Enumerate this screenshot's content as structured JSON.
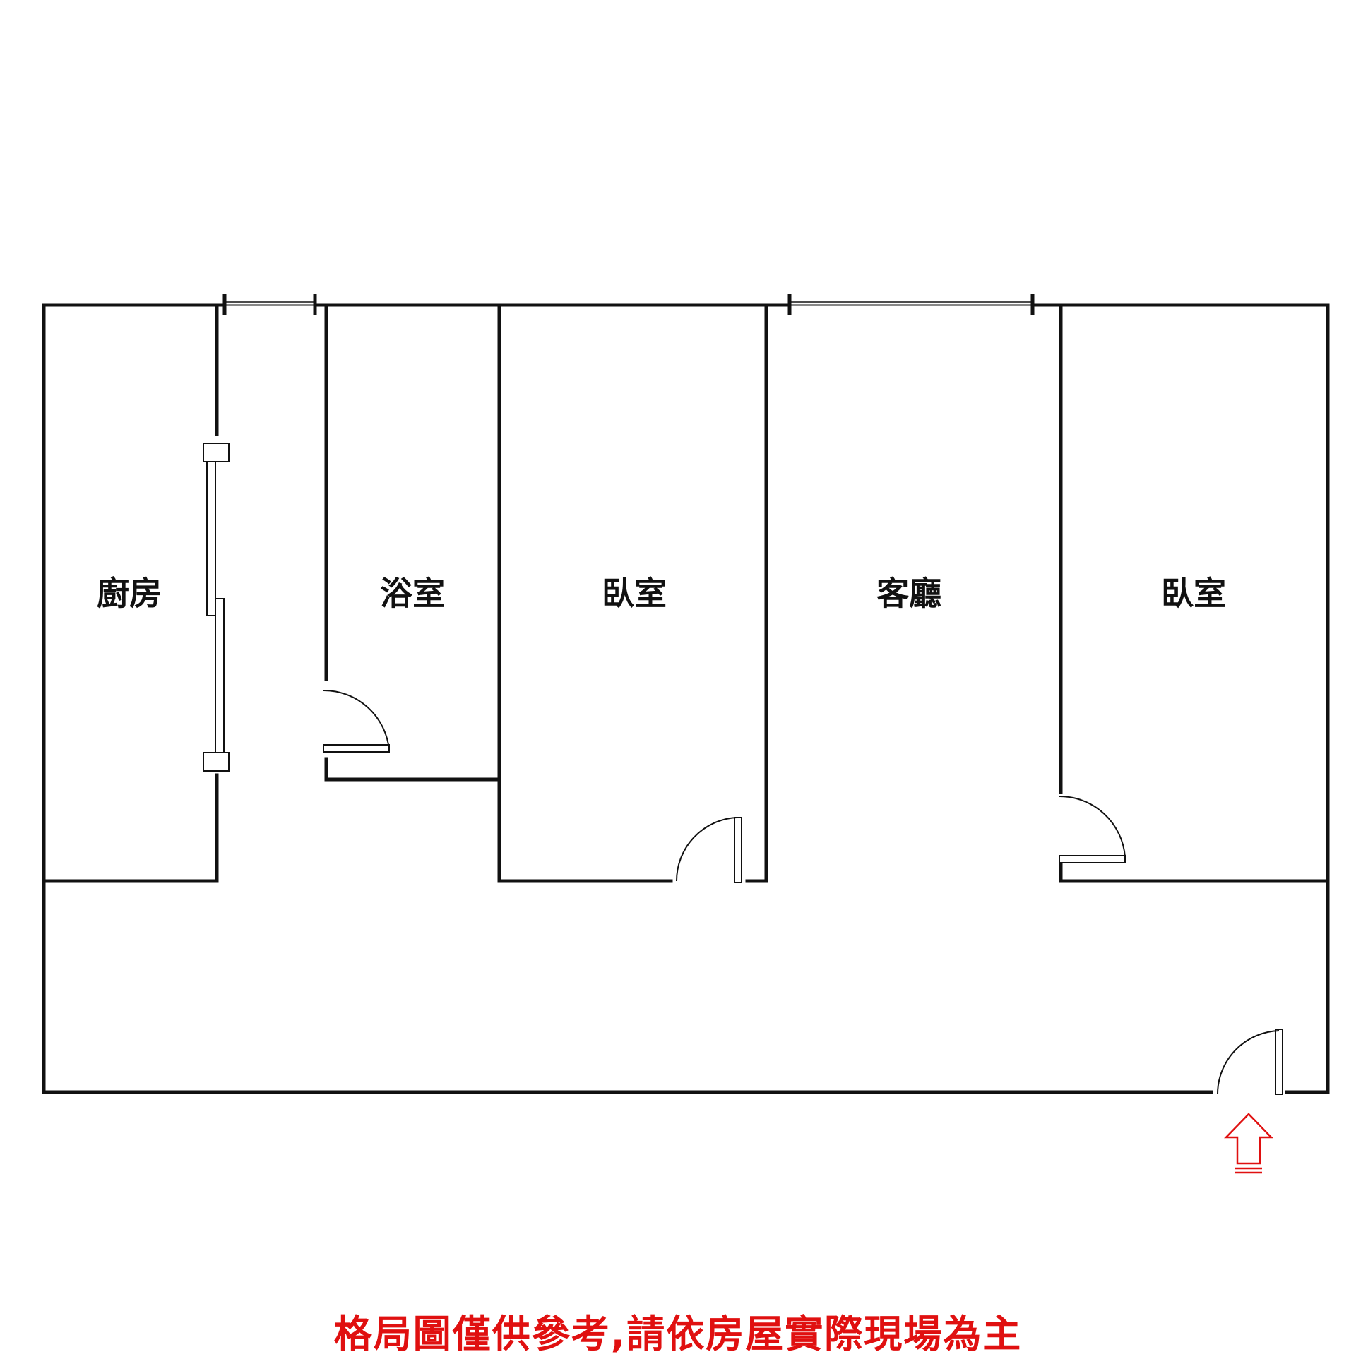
{
  "rooms": [
    {
      "id": "kitchen",
      "label": "廚房"
    },
    {
      "id": "bathroom",
      "label": "浴室"
    },
    {
      "id": "bedroom-1",
      "label": "臥室"
    },
    {
      "id": "living-room",
      "label": "客廳"
    },
    {
      "id": "bedroom-2",
      "label": "臥室"
    }
  ],
  "disclaimer": "格局圖僅供參考,請依房屋實際現場為主",
  "colors": {
    "wall": "#111111",
    "accent": "#e01010"
  },
  "icons": {
    "entrance": "entrance-arrow-icon"
  }
}
